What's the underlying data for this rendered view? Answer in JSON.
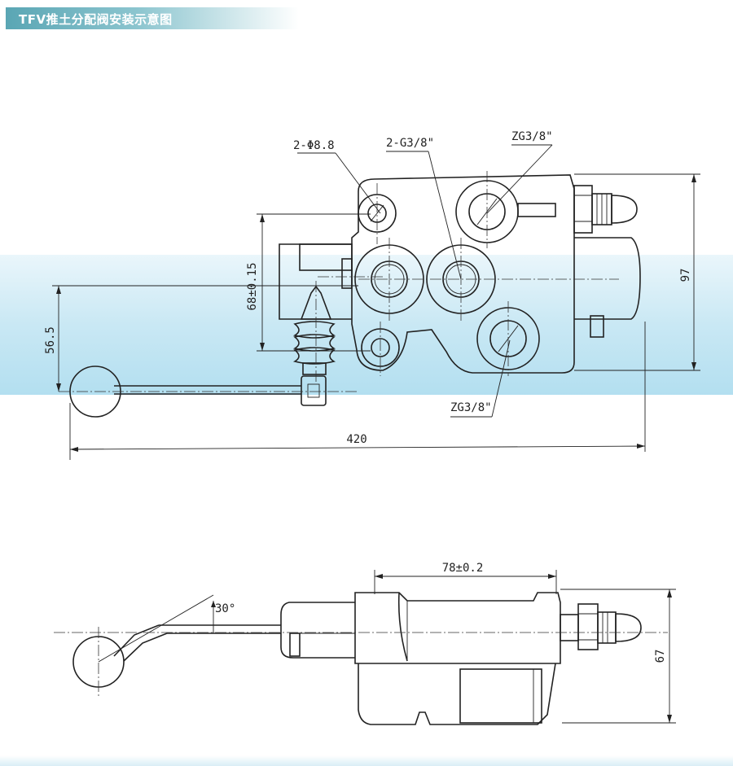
{
  "title": "TFV推土分配阀安装示意图",
  "labels": {
    "hole_2_phi": "2-Φ8.8",
    "port_2_g": "2-G3/8\"",
    "port_zg_top": "ZG3/8\"",
    "port_zg_bottom": "ZG3/8\"",
    "dim_height_97": "97",
    "dim_68": "68±0.15",
    "dim_56_5": "56.5",
    "dim_420": "420",
    "dim_78": "78±0.2",
    "dim_67": "67",
    "angle_30": "30°"
  }
}
